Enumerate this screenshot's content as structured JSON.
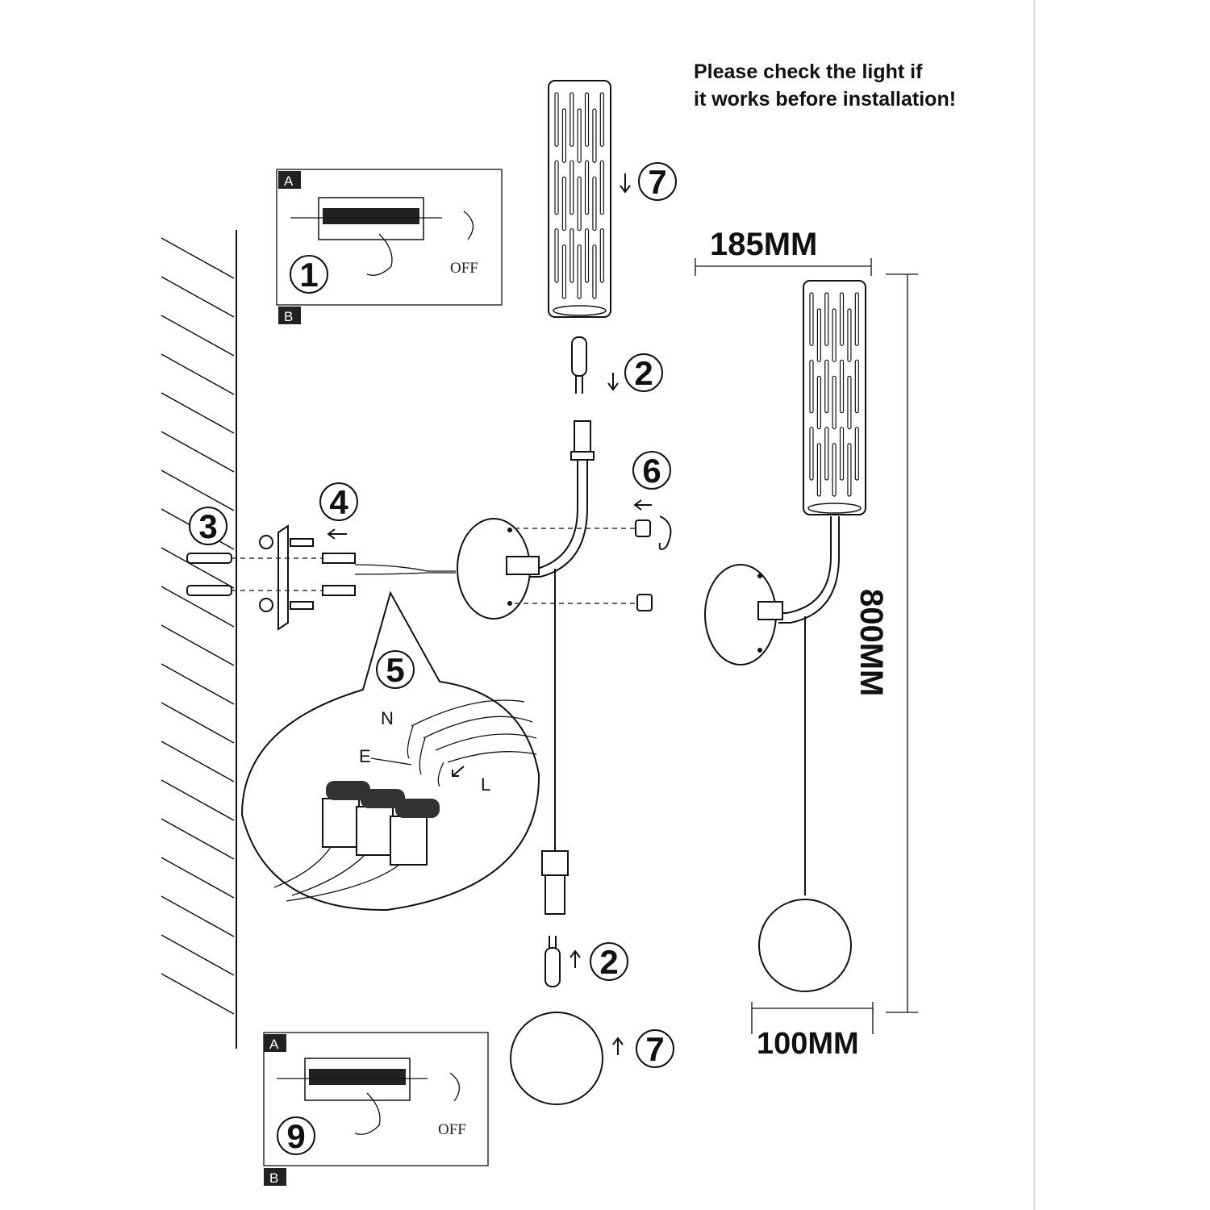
{
  "notice": {
    "line1": "Please check the light if",
    "line2": "it works before installation!"
  },
  "steps": {
    "s1": "1",
    "s2a": "2",
    "s2b": "2",
    "s3": "3",
    "s4": "4",
    "s5": "5",
    "s6": "6",
    "s7a": "7",
    "s7b": "7",
    "s9": "9"
  },
  "breaker_box_top": {
    "label_a": "A",
    "label_b": "B",
    "off": "OFF"
  },
  "breaker_box_bottom": {
    "label_a": "A",
    "label_b": "B",
    "off": "OFF"
  },
  "wires": {
    "n": "N",
    "e": "E",
    "l": "L"
  },
  "dimensions": {
    "width": "185MM",
    "height": "800MM",
    "globe": "100MM"
  }
}
